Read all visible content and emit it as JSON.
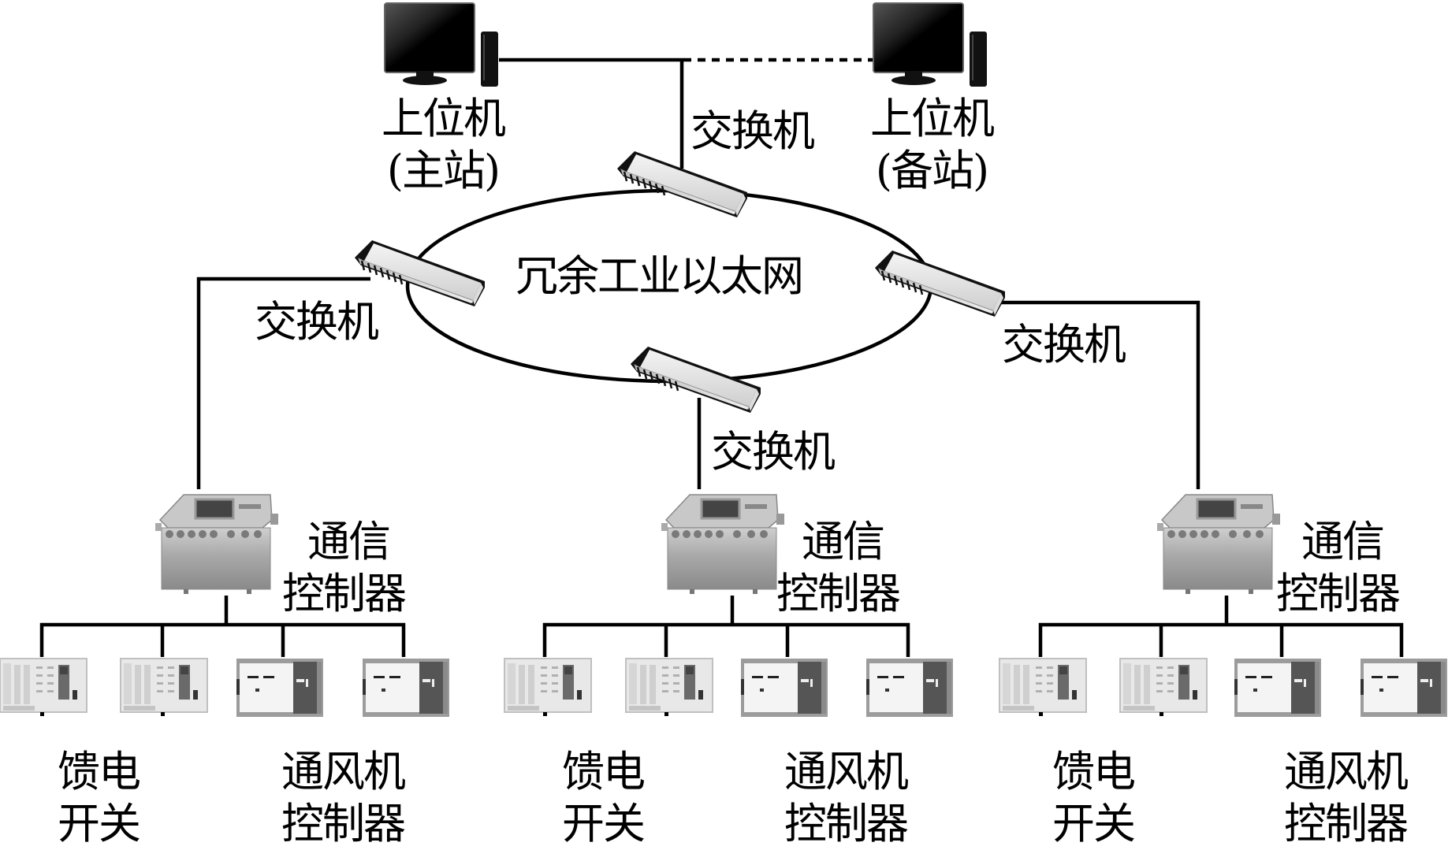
{
  "diagram": {
    "ring_label": "冗余工业以太网",
    "hosts": [
      {
        "line1": "上位机",
        "line2": "(主站)",
        "role": "primary"
      },
      {
        "line1": "上位机",
        "line2": "(备站)",
        "role": "backup"
      }
    ],
    "switch_label": "交换机",
    "controller": {
      "line1": "通信",
      "line2": "控制器"
    },
    "devices": {
      "feeder": {
        "line1": "馈电",
        "line2": "开关"
      },
      "fan": {
        "line1": "通风机",
        "line2": "控制器"
      }
    },
    "links": {
      "host_primary_to_switch": "solid",
      "host_backup_to_switch": "dashed"
    },
    "branches": [
      "left",
      "middle",
      "right"
    ],
    "icons": {
      "host": "desktop-computer-icon",
      "switch": "network-switch-icon",
      "controller": "explosion-proof-enclosure-icon",
      "feeder_switch": "feeder-switch-panel-icon",
      "fan_controller": "fan-controller-panel-icon"
    },
    "colors": {
      "line": "#000000",
      "background": "#ffffff"
    }
  }
}
